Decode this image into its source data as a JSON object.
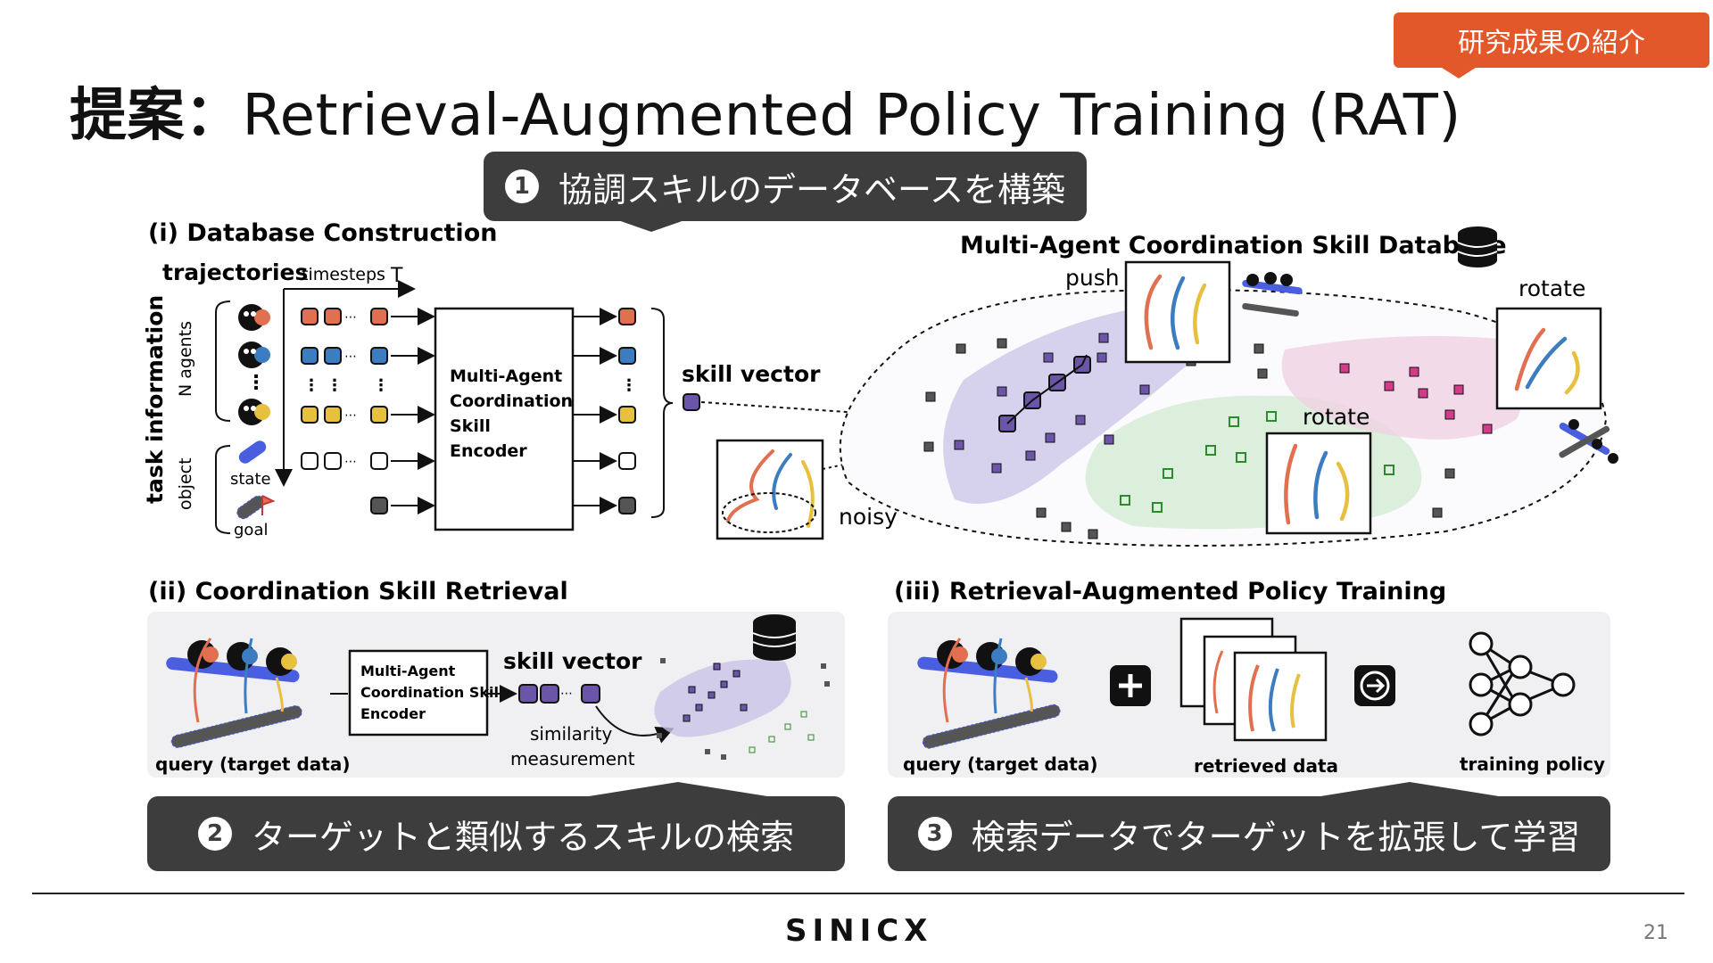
{
  "tag": {
    "label": "研究成果の紹介"
  },
  "title": {
    "jp": "提案：",
    "en": "Retrieval-Augmented Policy Training (RAT)"
  },
  "callouts": {
    "c1": {
      "num": "1",
      "text": "協調スキルのデータベースを構築"
    },
    "c2": {
      "num": "2",
      "text": "ターゲットと類似するスキルの検索"
    },
    "c3": {
      "num": "3",
      "text": "検索データでターゲットを拡張して学習"
    }
  },
  "panel1": {
    "heading": "(i) Database Construction",
    "trajectories": "trajectories",
    "timesteps": "timesteps",
    "T": "T",
    "task_information": "task information",
    "n_agents": "N agents",
    "object": "object",
    "state": "state",
    "goal": "goal",
    "encoder": [
      "Multi-Agent",
      "Coordination",
      "Skill",
      "Encoder"
    ],
    "skill_vector": "skill vector",
    "noisy": "noisy",
    "db_title": "Multi-Agent Coordination Skill Database",
    "push": "push",
    "rotate1": "rotate",
    "rotate2": "rotate"
  },
  "panel2": {
    "heading": "(ii) Coordination Skill Retrieval",
    "query": "query (target data)",
    "encoder": [
      "Multi-Agent",
      "Coordination Skill",
      "Encoder"
    ],
    "skill_vector": "skill vector",
    "similarity": "similarity",
    "measurement": "measurement"
  },
  "panel3": {
    "heading": "(iii) Retrieval-Augmented Policy Training",
    "query": "query (target data)",
    "retrieved": "retrieved data",
    "training": "training policy"
  },
  "colors": {
    "accent": "#e2582a",
    "callout": "#3d3d3d",
    "purple": "#6a55a8",
    "red": "#e07050",
    "blue": "#3c7cc0",
    "yellow": "#e8c040"
  },
  "footer": {
    "logo": "SINICX",
    "page": "21"
  }
}
